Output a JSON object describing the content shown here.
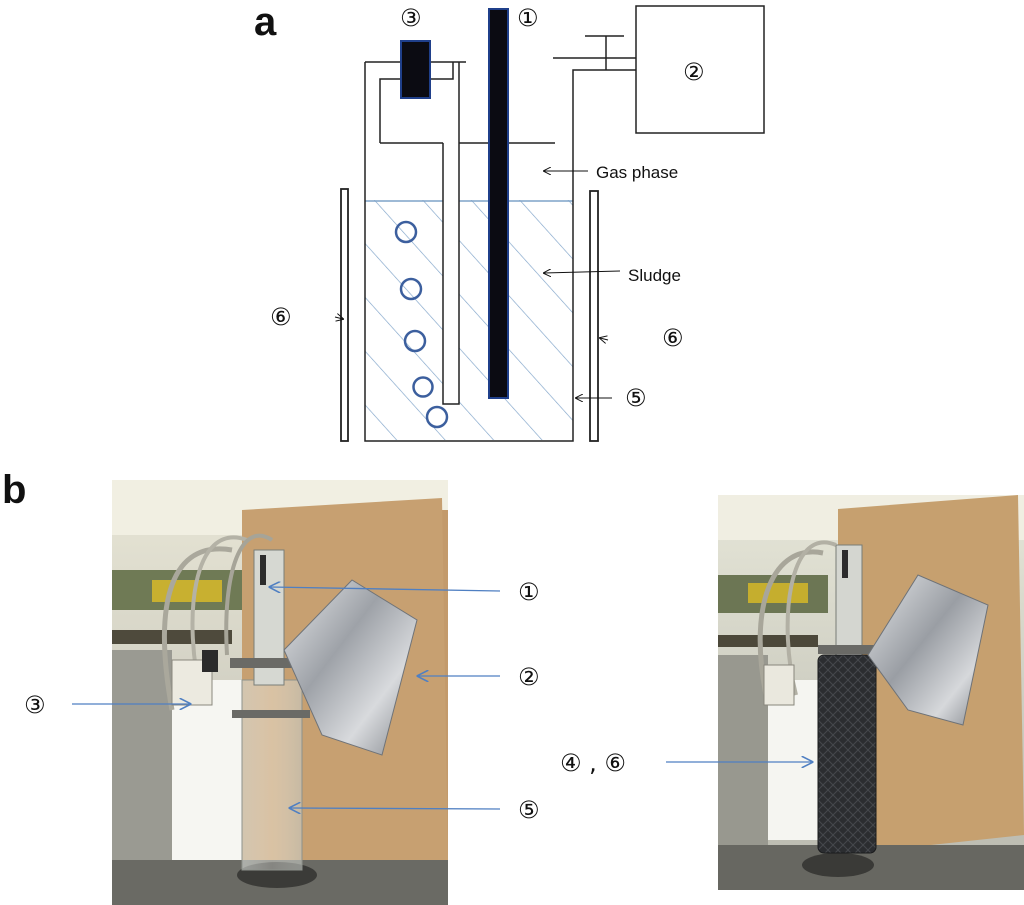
{
  "panel_a": {
    "letter": "a",
    "labels": {
      "gas_phase": "Gas phase",
      "sludge": "Sludge"
    },
    "numbers": {
      "n1": "①",
      "n2": "②",
      "n3": "③",
      "n5": "⑤",
      "n6_left": "⑥",
      "n6_right": "⑥"
    }
  },
  "panel_b": {
    "letter": "b",
    "left_photo_labels": {
      "n1": "①",
      "n2": "②",
      "n3": "③",
      "n5": "⑤"
    },
    "right_photo_labels": {
      "n4_6": "④ , ⑥"
    }
  },
  "colors": {
    "sludge_hatch": "#7fa3c9",
    "arrow_blue": "#4f7fc2",
    "electrode": "#0b0b12",
    "electrode_edge": "#1f3f8a",
    "bubble": "#3c5f9e",
    "cardboard": "#c39a6b",
    "foil": "#b5b8bd"
  }
}
